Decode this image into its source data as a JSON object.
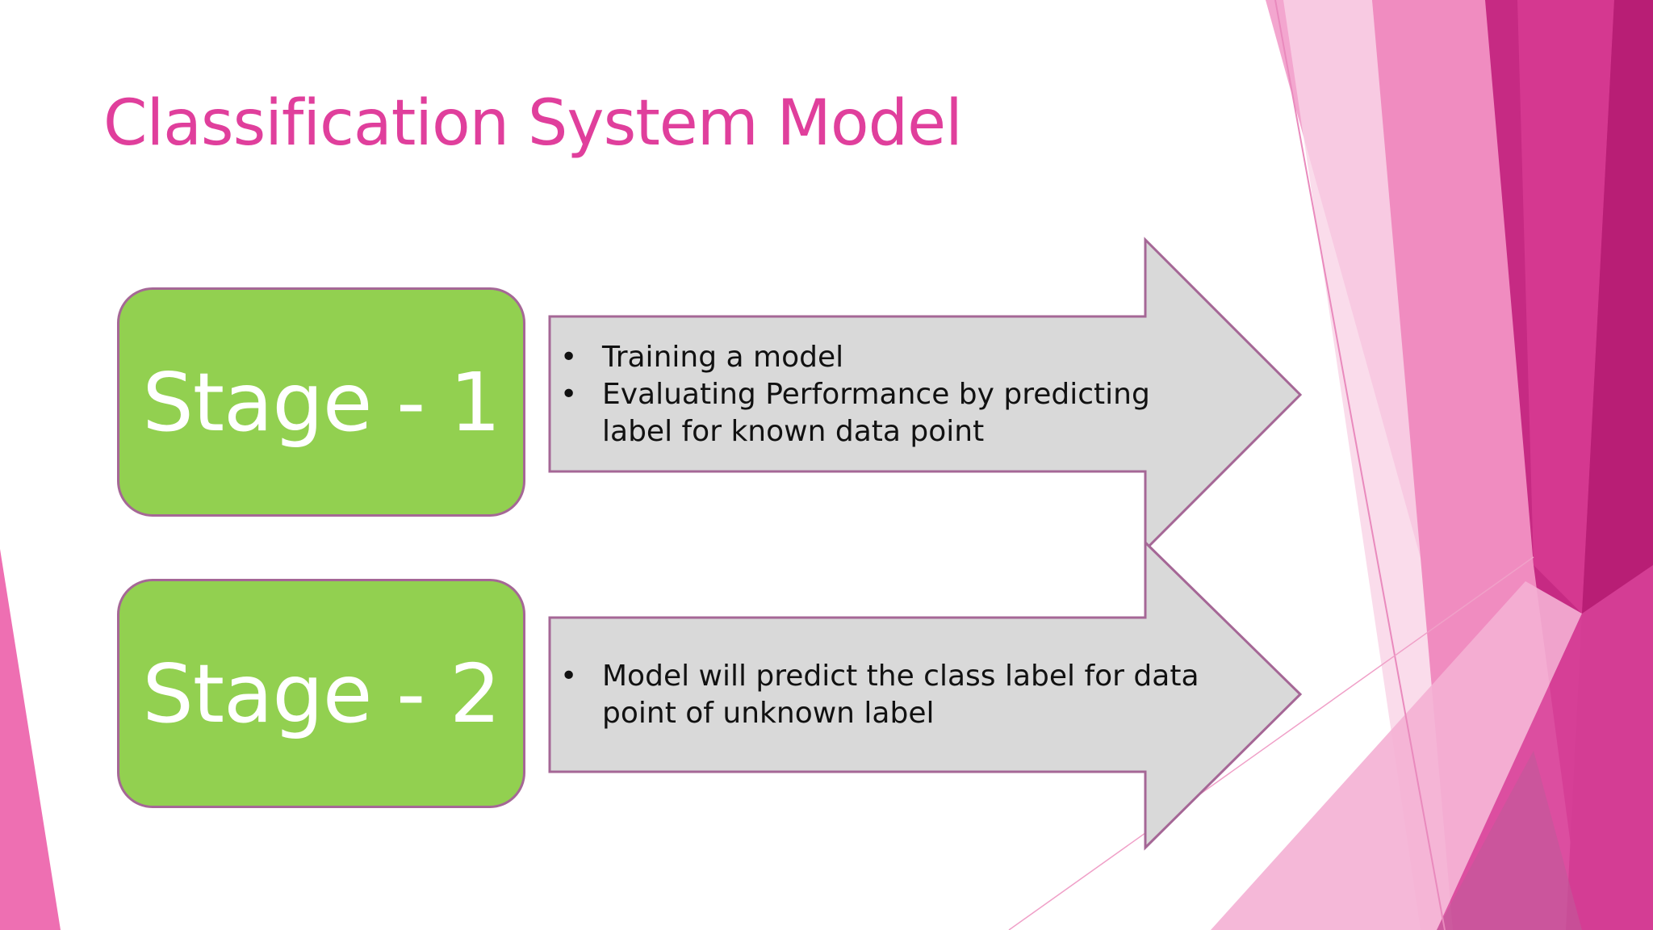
{
  "slide": {
    "title": "Classification System Model",
    "colors": {
      "title": "#e03f9c",
      "stage_fill": "#92d050",
      "stage_border": "#a56796",
      "arrow_fill": "#d9d9d9",
      "arrow_border": "#a56796"
    }
  },
  "stages": [
    {
      "label": "Stage - 1",
      "bullets": [
        "Training a model",
        "Evaluating Performance by predicting label for known data point"
      ]
    },
    {
      "label": "Stage - 2",
      "bullets": [
        "Model will predict the class label for data point of unknown label"
      ]
    }
  ]
}
